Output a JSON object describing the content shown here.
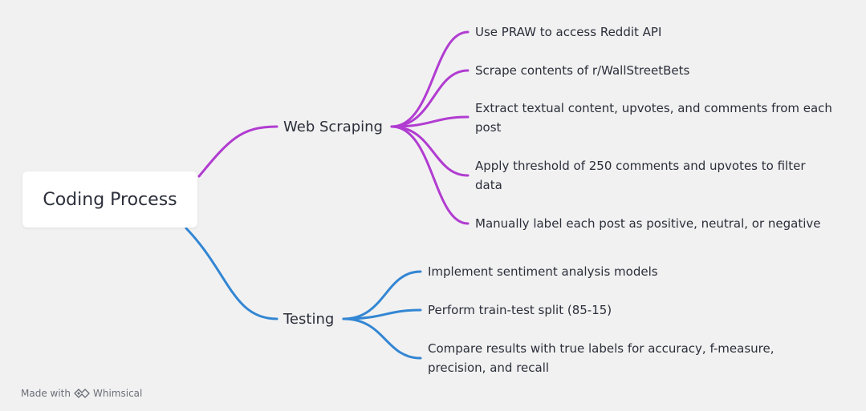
{
  "root": {
    "label": "Coding Process"
  },
  "branches": [
    {
      "label": "Web Scraping",
      "color": "#b13cd1",
      "children": [
        "Use PRAW to access Reddit API",
        "Scrape contents of r/WallStreetBets",
        "Extract textual content, upvotes, and comments from each post",
        "Apply threshold of 250 comments and upvotes to filter data",
        "Manually label each post as positive, neutral, or negative"
      ]
    },
    {
      "label": "Testing",
      "color": "#3386d3",
      "children": [
        "Implement sentiment analysis models",
        "Perform train-test split (85-15)",
        "Compare results with true labels for accuracy, f-measure, precision, and recall"
      ]
    }
  ],
  "footer": {
    "made_with": "Made with",
    "brand": "Whimsical",
    "icon": "whimsical-logo-icon"
  }
}
